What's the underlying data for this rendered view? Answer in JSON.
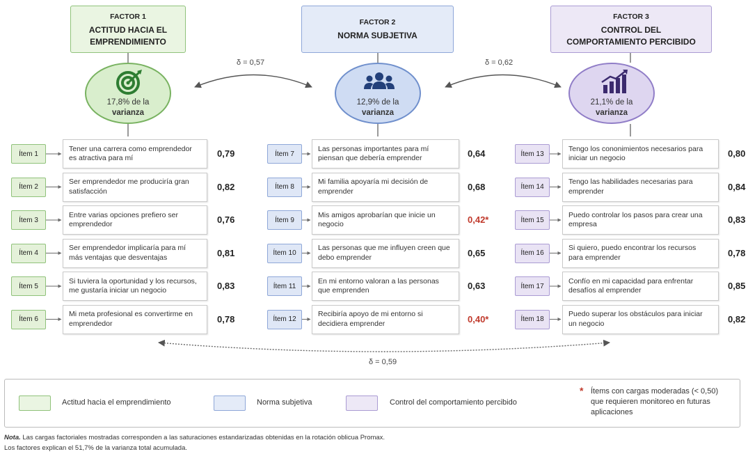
{
  "factors": [
    {
      "num": "FACTOR 1",
      "title": "ACTITUD HACIA EL EMPRENDIMIENTO",
      "variance_pct": "17,8%",
      "variance_pre": "de la",
      "variance_word": "varianza",
      "icon": "target-icon",
      "color": "#78b260"
    },
    {
      "num": "FACTOR 2",
      "title": "NORMA SUBJETIVA",
      "variance_pct": "12,9%",
      "variance_pre": "de la",
      "variance_word": "varianza",
      "icon": "group-icon",
      "color": "#6f8fcc"
    },
    {
      "num": "FACTOR 3",
      "title": "CONTROL DEL COMPORTAMIENTO PERCIBIDO",
      "variance_pct": "21,1%",
      "variance_pre": "de la",
      "variance_word": "varianza",
      "icon": "growth-chart-icon",
      "color": "#907dc7"
    }
  ],
  "correlations": {
    "f1_f2": "δ = 0,57",
    "f2_f3": "δ = 0,62",
    "f1_f3": "δ = 0,59"
  },
  "items": {
    "factor1": [
      {
        "label": "Ítem 1",
        "text": "Tener una carrera como emprendedor es atractiva para mí",
        "loading": "0,79"
      },
      {
        "label": "Ítem 2",
        "text": "Ser emprendedor me produciría gran satisfacción",
        "loading": "0,82"
      },
      {
        "label": "Ítem 3",
        "text": "Entre varias opciones prefiero ser emprendedor",
        "loading": "0,76"
      },
      {
        "label": "Ítem 4",
        "text": "Ser emprendedor implicaría para mí más ventajas que desventajas",
        "loading": "0,81"
      },
      {
        "label": "Ítem 5",
        "text": "Si tuviera la oportunidad y los recursos, me gustaría iniciar un negocio",
        "loading": "0,83"
      },
      {
        "label": "Ítem 6",
        "text": "Mi meta profesional es convertirme en emprendedor",
        "loading": "0,78"
      }
    ],
    "factor2": [
      {
        "label": "Ítem 7",
        "text": "Las personas importantes para mí piensan que debería emprender",
        "loading": "0,64"
      },
      {
        "label": "Ítem 8",
        "text": "Mi familia apoyaría mi decisión de emprender",
        "loading": "0,68"
      },
      {
        "label": "Ítem 9",
        "text": "Mis amigos aprobarían que inicie un negocio",
        "loading": "0,42*",
        "moderate": true
      },
      {
        "label": "Ítem 10",
        "text": "Las personas que me influyen creen que debo emprender",
        "loading": "0,65"
      },
      {
        "label": "Ítem 11",
        "text": "En mi entorno valoran a las personas que emprenden",
        "loading": "0,63"
      },
      {
        "label": "Ítem 12",
        "text": "Recibiría apoyo de mi entorno si decidiera emprender",
        "loading": "0,40*",
        "moderate": true
      }
    ],
    "factor3": [
      {
        "label": "Ítem 13",
        "text": "Tengo los cononimientos necesarios para iniciar un negocio",
        "loading": "0,80"
      },
      {
        "label": "Ítem 14",
        "text": "Tengo las habilidades necesarias para emprender",
        "loading": "0,84"
      },
      {
        "label": "Ítem 15",
        "text": "Puedo controlar los pasos para crear una empresa",
        "loading": "0,83"
      },
      {
        "label": "Ítem 16",
        "text": "Si quiero, puedo encontrar los recursos para emprender",
        "loading": "0,78"
      },
      {
        "label": "Ítem 17",
        "text": "Confío en mi capacidad para enfrentar desafíos al emprender",
        "loading": "0,85"
      },
      {
        "label": "Ítem 18",
        "text": "Puedo superar los obstáculos para iniciar un negocio",
        "loading": "0,82"
      }
    ]
  },
  "legend": {
    "f1": "Actitud hacia el emprendimiento",
    "f2": "Norma subjetiva",
    "f3": "Control del comportamiento percibido",
    "star": "*",
    "moderate_note": "Ítems con cargas moderadas (< 0,50) que requieren monitoreo en futuras aplicaciones"
  },
  "note": {
    "label": "Nota.",
    "line1": "Las cargas factoriales mostradas corresponden a las saturaciones estandarizadas obtenidas en la rotación oblicua Promax.",
    "line2": "Los factores explican el 51,7% de la varianza total acumulada."
  },
  "colors": {
    "moderate": "#c0392b"
  }
}
